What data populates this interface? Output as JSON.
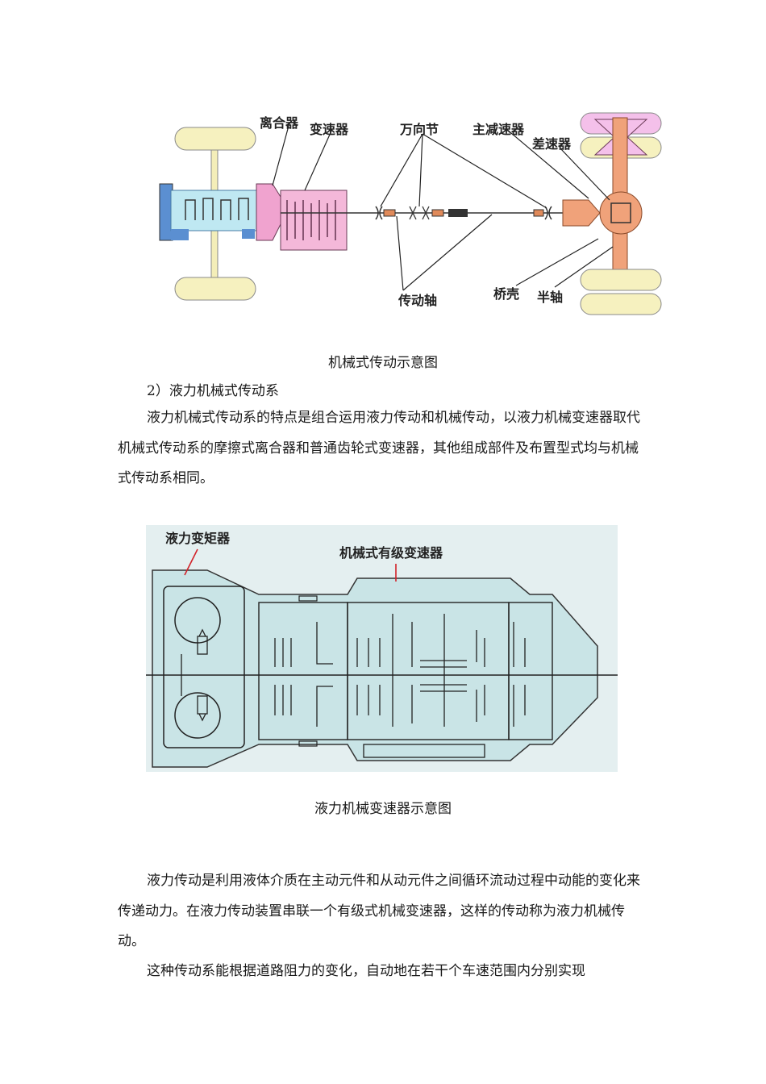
{
  "figure1": {
    "labels": {
      "clutch": "离合器",
      "gearbox": "变速器",
      "universal_joint": "万向节",
      "final_drive": "主减速器",
      "differential": "差速器",
      "drive_shaft": "传动轴",
      "axle_housing": "桥壳",
      "half_shaft": "半轴"
    },
    "caption": "机械式传动示意图"
  },
  "section": {
    "heading": "2）液力机械式传动系",
    "para1": "液力机械式传动系的特点是组合运用液力传动和机械传动，以液力机械变速器取代机械式传动系的摩擦式离合器和普通齿轮式变速器，其他组成部件及布置型式均与机械式传动系相同。"
  },
  "figure2": {
    "labels": {
      "torque_converter": "液力变矩器",
      "mech_gearbox": "机械式有级变速器"
    },
    "caption": "液力机械变速器示意图"
  },
  "body": {
    "para2": "液力传动是利用液体介质在主动元件和从动元件之间循环流动过程中动能的变化来传递动力。在液力传动装置串联一个有级式机械变速器，这样的传动称为液力机械传动。",
    "para3": "这种传动系能根据道路阻力的变化，自动地在若干个车速范围内分别实现"
  }
}
